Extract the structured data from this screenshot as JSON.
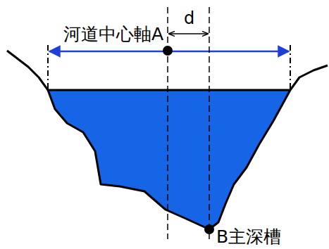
{
  "diagram": {
    "labels": [
      "河道中心軸A",
      "d",
      "B主深槽"
    ]
  }
}
